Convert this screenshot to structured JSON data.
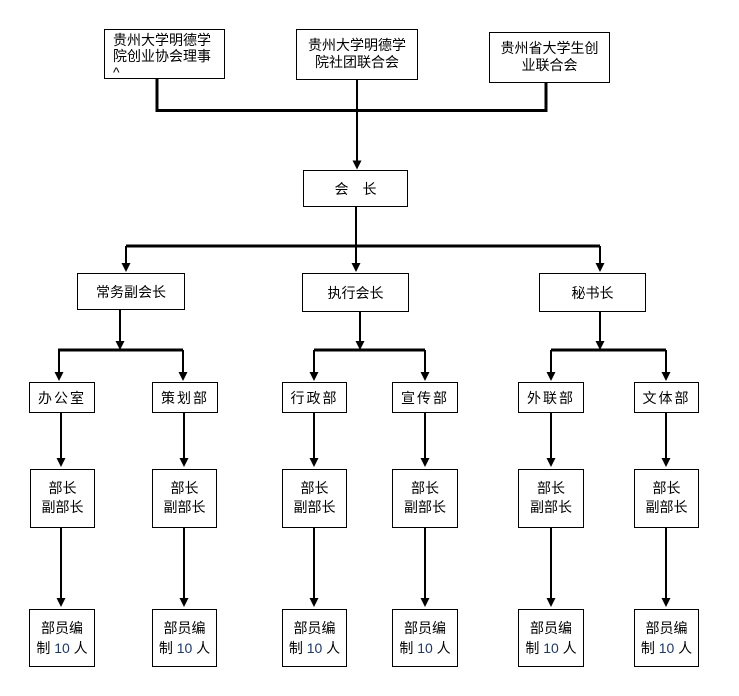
{
  "colors": {
    "line": "#000000",
    "box_border": "#000000",
    "box_fill": "#ffffff",
    "text": "#000000",
    "count_text": "#1f3864"
  },
  "nodes": {
    "top": [
      {
        "lines": [
          "贵州大学明德学",
          "院创业协会理事",
          "^"
        ]
      },
      {
        "lines": [
          "贵州大学明德学",
          "院社团联合会"
        ]
      },
      {
        "lines": [
          "贵州省大学生创",
          "业联合会"
        ]
      }
    ],
    "president": {
      "label": "会　长"
    },
    "level2": [
      {
        "label": "常务副会长"
      },
      {
        "label": "执行会长"
      },
      {
        "label": "秘书长"
      }
    ],
    "departments": [
      {
        "label": "办公室"
      },
      {
        "label": "策划部"
      },
      {
        "label": "行政部"
      },
      {
        "label": "宣传部"
      },
      {
        "label": "外联部"
      },
      {
        "label": "文体部"
      }
    ],
    "leaders": {
      "line1": "部长",
      "line2": "副部长"
    },
    "members": {
      "line1": "部员编",
      "line2_prefix": "制 ",
      "count": "10",
      "line2_suffix": " 人"
    }
  }
}
